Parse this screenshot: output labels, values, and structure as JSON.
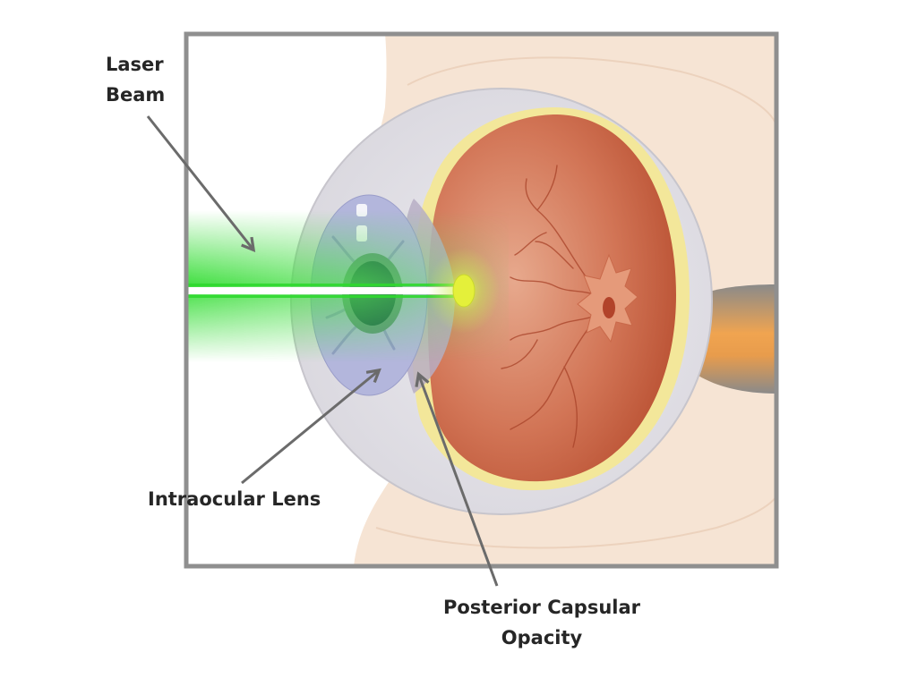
{
  "labels": {
    "laser_beam_line1": "Laser",
    "laser_beam_line2": "Beam",
    "intraocular_lens": "Intraocular Lens",
    "pco_line1": "Posterior Capsular",
    "pco_line2": "Opacity"
  },
  "colors": {
    "frame": "#8f8f8f",
    "skin": "#f6e4d4",
    "sclera": "#e4e2e8",
    "retina": "#c85a3c",
    "choroid": "#f3e79a",
    "iris": "#b0b3da",
    "pupil": "#1f5a4a",
    "laser": "#38e03a",
    "optic_nerve": "#e8a258",
    "arrow": "#6b6b6b"
  }
}
